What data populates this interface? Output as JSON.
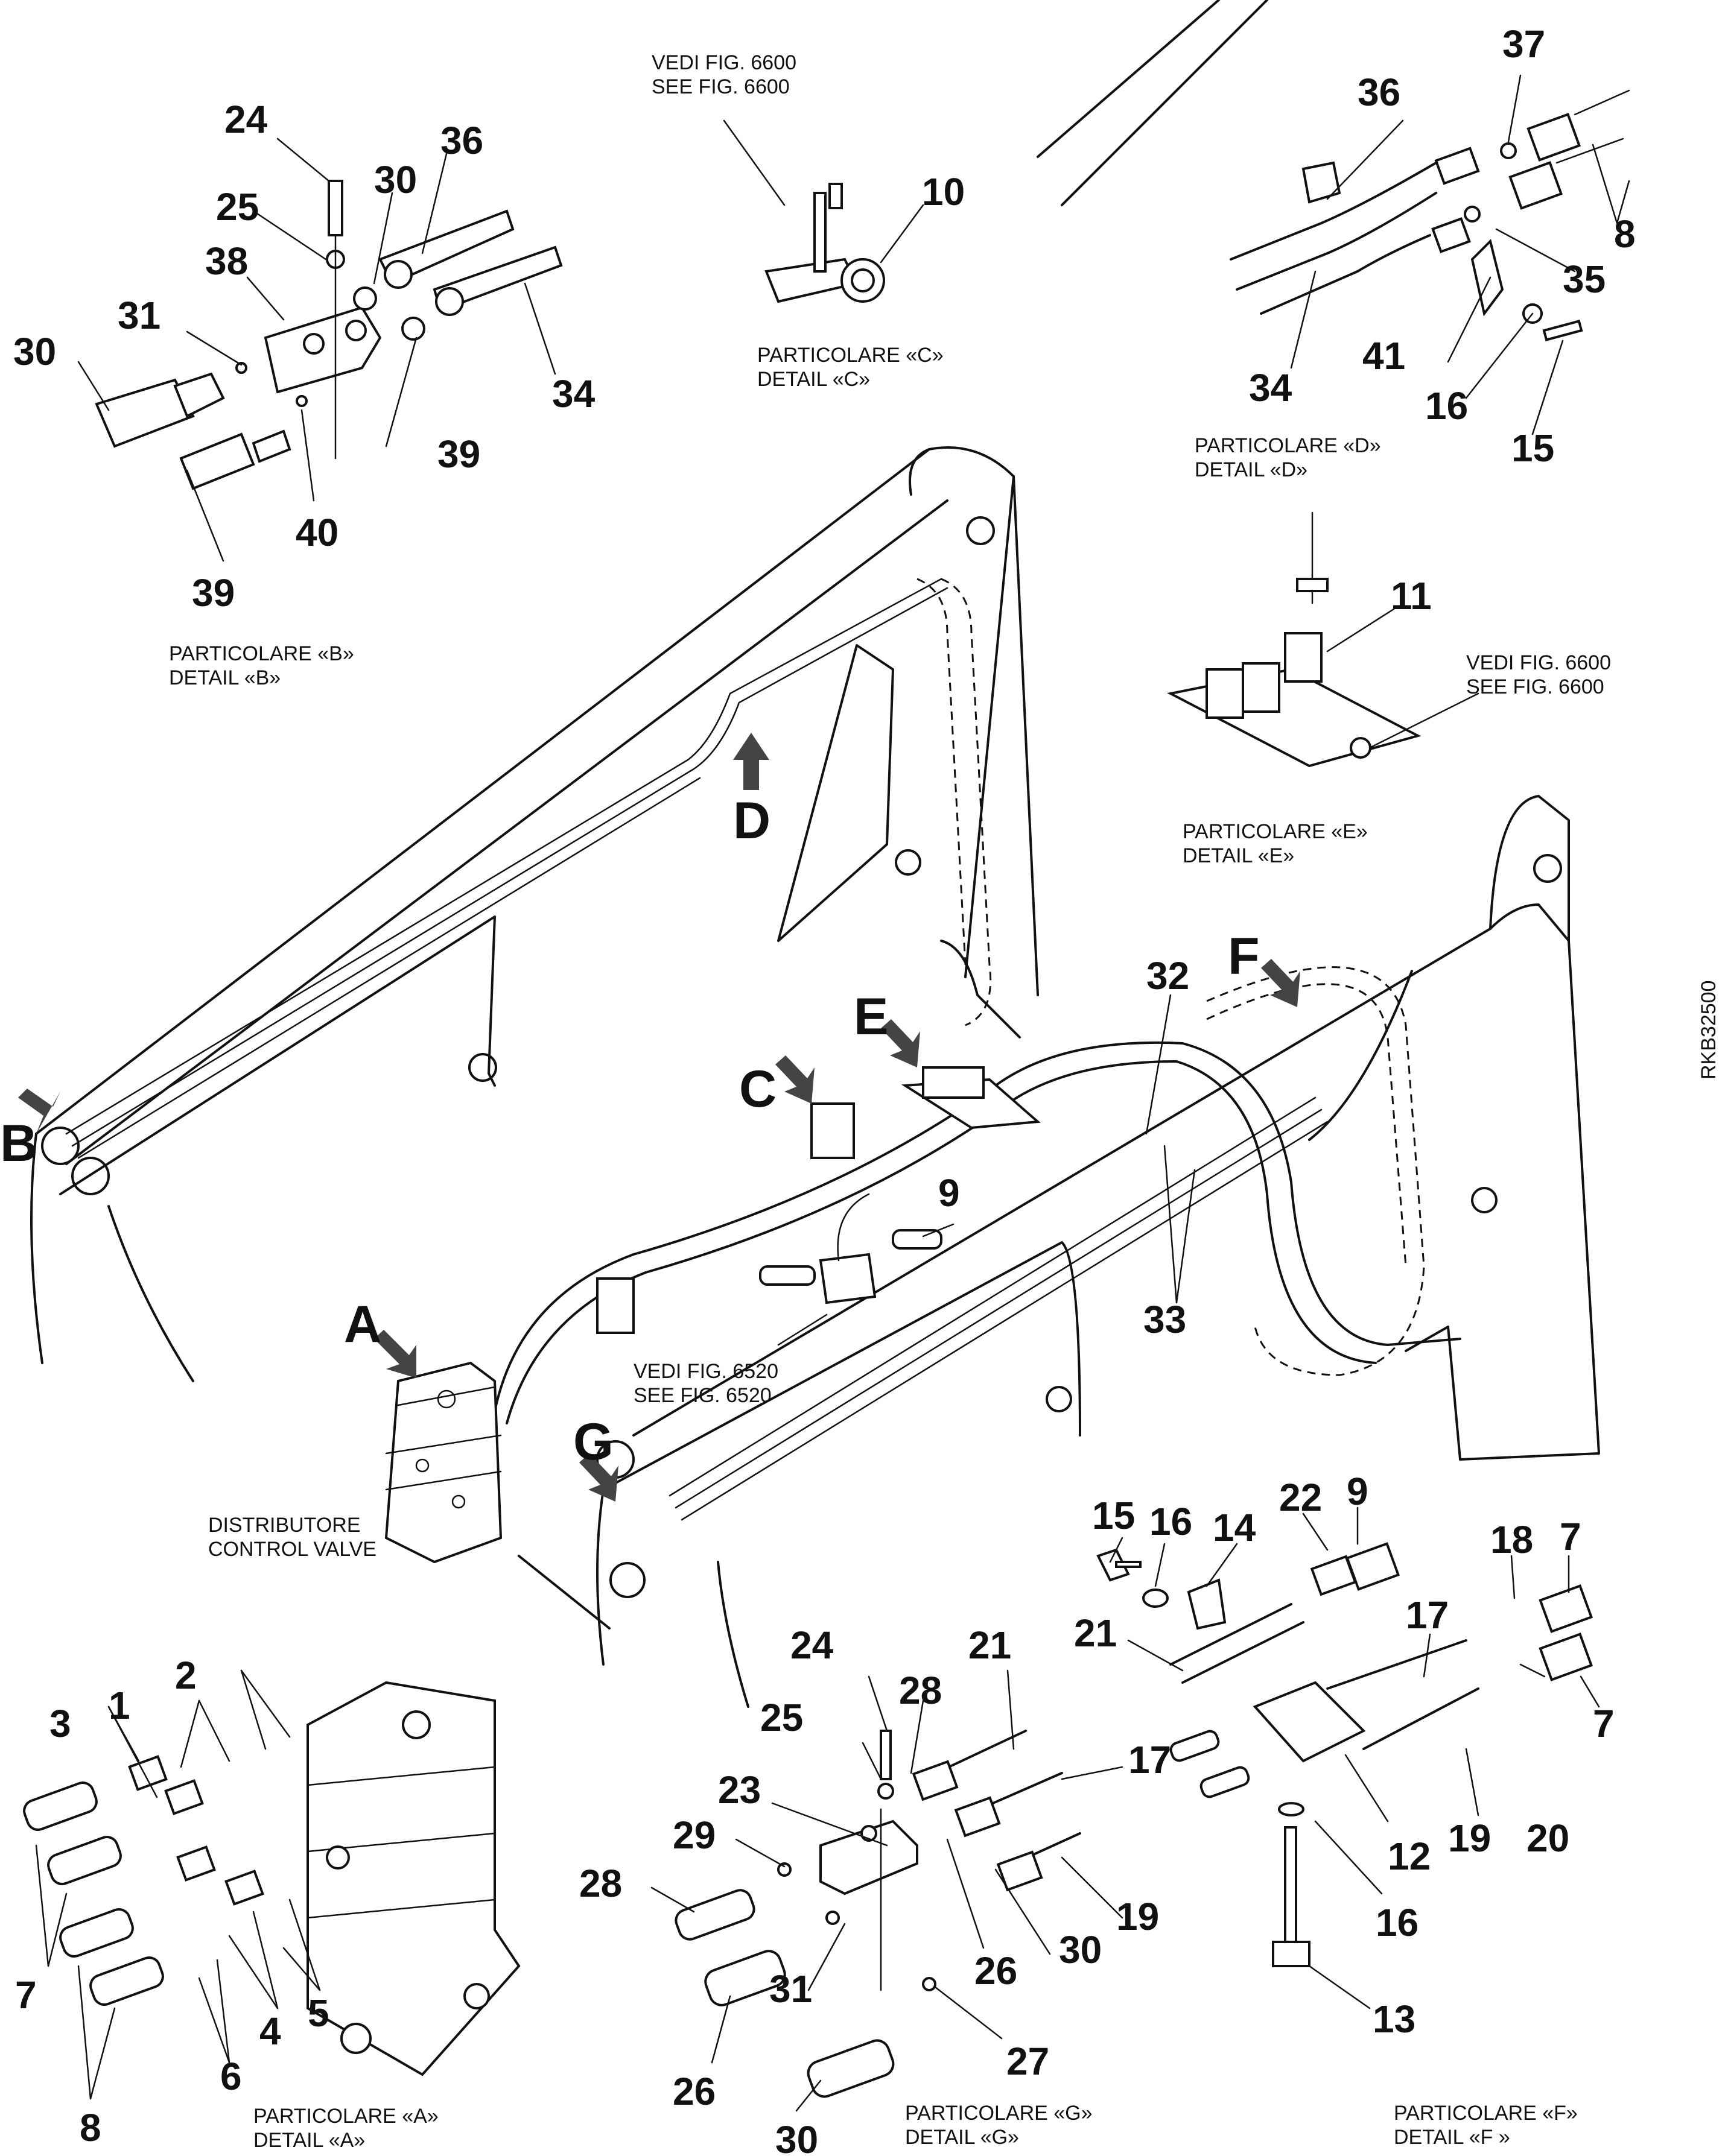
{
  "colors": {
    "line": "#111111",
    "background": "#ffffff",
    "arrow": "#444444"
  },
  "drawing_id": "RKB32500",
  "detail_markers": {
    "A": "A",
    "B": "B",
    "C": "C",
    "D": "D",
    "E": "E",
    "F": "F",
    "G": "G"
  },
  "captions": {
    "control_valve": [
      "DISTRIBUTORE",
      "CONTROL VALVE"
    ],
    "detail_a": [
      "PARTICOLARE «A»",
      "DETAIL «A»"
    ],
    "detail_b": [
      "PARTICOLARE «B»",
      "DETAIL «B»"
    ],
    "detail_c": [
      "PARTICOLARE «C»",
      "DETAIL «C»"
    ],
    "detail_d": [
      "PARTICOLARE «D»",
      "DETAIL «D»"
    ],
    "detail_e": [
      "PARTICOLARE «E»",
      "DETAIL «E»"
    ],
    "detail_f": [
      "PARTICOLARE «F»",
      "DETAIL «F »"
    ],
    "detail_g": [
      "PARTICOLARE «G»",
      "DETAIL «G»"
    ],
    "ref_6600_c": [
      "VEDI FIG. 6600",
      "SEE FIG. 6600"
    ],
    "ref_6600_e": [
      "VEDI FIG. 6600",
      "SEE FIG. 6600"
    ],
    "ref_6520": [
      "VEDI FIG. 6520",
      "SEE FIG. 6520"
    ]
  },
  "callouts": {
    "b_24": "24",
    "b_25": "25",
    "b_30a": "30",
    "b_36": "36",
    "b_38": "38",
    "b_31": "31",
    "b_30b": "30",
    "b_34": "34",
    "b_39a": "39",
    "b_40": "40",
    "b_39b": "39",
    "c_10": "10",
    "d_37": "37",
    "d_36": "36",
    "d_8": "8",
    "d_35": "35",
    "d_34": "34",
    "d_41": "41",
    "d_16": "16",
    "d_15": "15",
    "e_11": "11",
    "m_9": "9",
    "m_32": "32",
    "m_33": "33",
    "f_15": "15",
    "f_16a": "16",
    "f_14": "14",
    "f_22": "22",
    "f_9": "9",
    "f_18": "18",
    "f_7a": "7",
    "f_21": "21",
    "f_17": "17",
    "f_20": "20",
    "f_7b": "7",
    "f_12": "12",
    "f_19": "19",
    "f_16b": "16",
    "f_13": "13",
    "a_2": "2",
    "a_1": "1",
    "a_3": "3",
    "a_7": "7",
    "a_5": "5",
    "a_4": "4",
    "a_6": "6",
    "a_8": "8",
    "g_24": "24",
    "g_21": "21",
    "g_28a": "28",
    "g_25": "25",
    "g_17": "17",
    "g_23": "23",
    "g_29": "29",
    "g_28b": "28",
    "g_19": "19",
    "g_30a": "30",
    "g_26a": "26",
    "g_31": "31",
    "g_27": "27",
    "g_26b": "26",
    "g_30b": "30"
  }
}
